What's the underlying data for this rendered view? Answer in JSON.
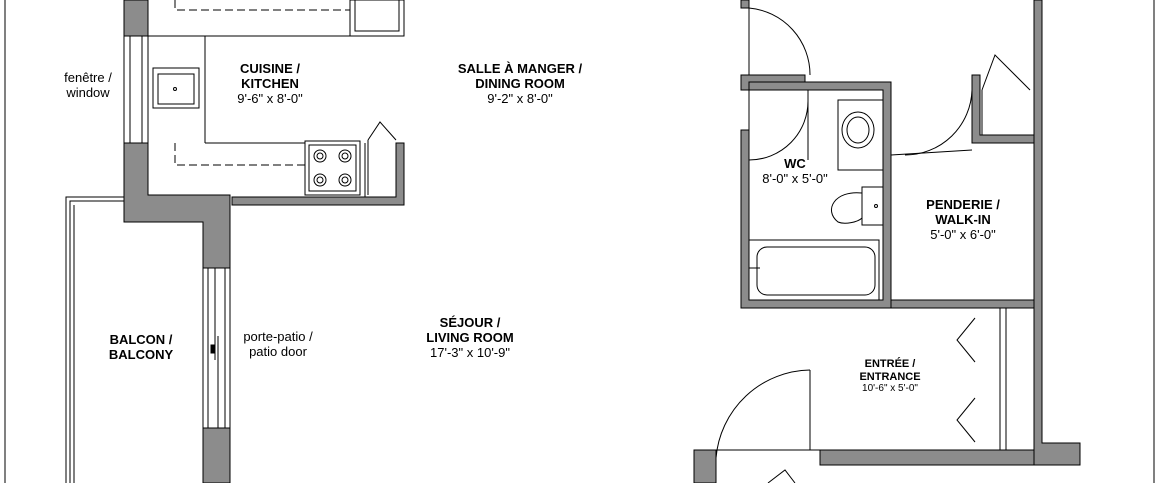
{
  "rooms": {
    "kitchen": {
      "name_fr": "CUISINE /",
      "name_en": "KITCHEN",
      "dims": "9'-6\" x 8'-0\""
    },
    "dining": {
      "name_fr": "SALLE À MANGER /",
      "name_en": "DINING ROOM",
      "dims": "9'-2\" x 8'-0\""
    },
    "living": {
      "name_fr": "SÉJOUR /",
      "name_en": "LIVING ROOM",
      "dims": "17'-3\" x 10'-9\""
    },
    "balcony": {
      "name_fr": "BALCON /",
      "name_en": "BALCONY"
    },
    "wc": {
      "name": "WC",
      "dims": "8'-0\" x 5'-0\""
    },
    "walkin": {
      "name_fr": "PENDERIE /",
      "name_en": "WALK-IN",
      "dims": "5'-0\" x 6'-0\""
    },
    "entrance": {
      "name_fr": "ENTRÉE /",
      "name_en": "ENTRANCE",
      "dims": "10'-6\" x 5'-0\""
    }
  },
  "notes": {
    "window_fr": "fenêtre /",
    "window_en": "window",
    "patio_fr": "porte-patio /",
    "patio_en": "patio door"
  },
  "colors": {
    "wall": "#8c8c8c",
    "line": "#000000",
    "background": "#ffffff"
  }
}
